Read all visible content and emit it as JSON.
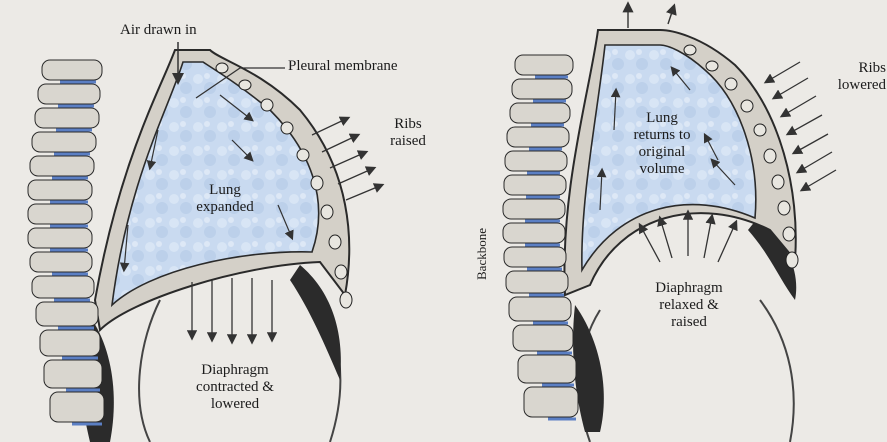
{
  "inhalation": {
    "air_label": "Air drawn in",
    "membrane_label": "Pleural membrane",
    "ribs_label": [
      "Ribs",
      "raised"
    ],
    "lung_label": [
      "Lung",
      "expanded"
    ],
    "diaphragm_label": [
      "Diaphragm",
      "contracted &",
      "lowered"
    ]
  },
  "exhalation": {
    "ribs_label": [
      "Ribs",
      "lowered"
    ],
    "lung_label": [
      "Lung",
      "returns to",
      "original",
      "volume"
    ],
    "backbone_label": "Backbone",
    "diaphragm_label": [
      "Diaphragm",
      "relaxed &",
      "raised"
    ]
  },
  "colors": {
    "lung_fill": "#c8d9ef",
    "bone": "#d9d6cf",
    "bone_outline": "#2a2a2a",
    "disc": "#5b7fc4",
    "diaphragm_shadow": "#2b2b2b"
  }
}
